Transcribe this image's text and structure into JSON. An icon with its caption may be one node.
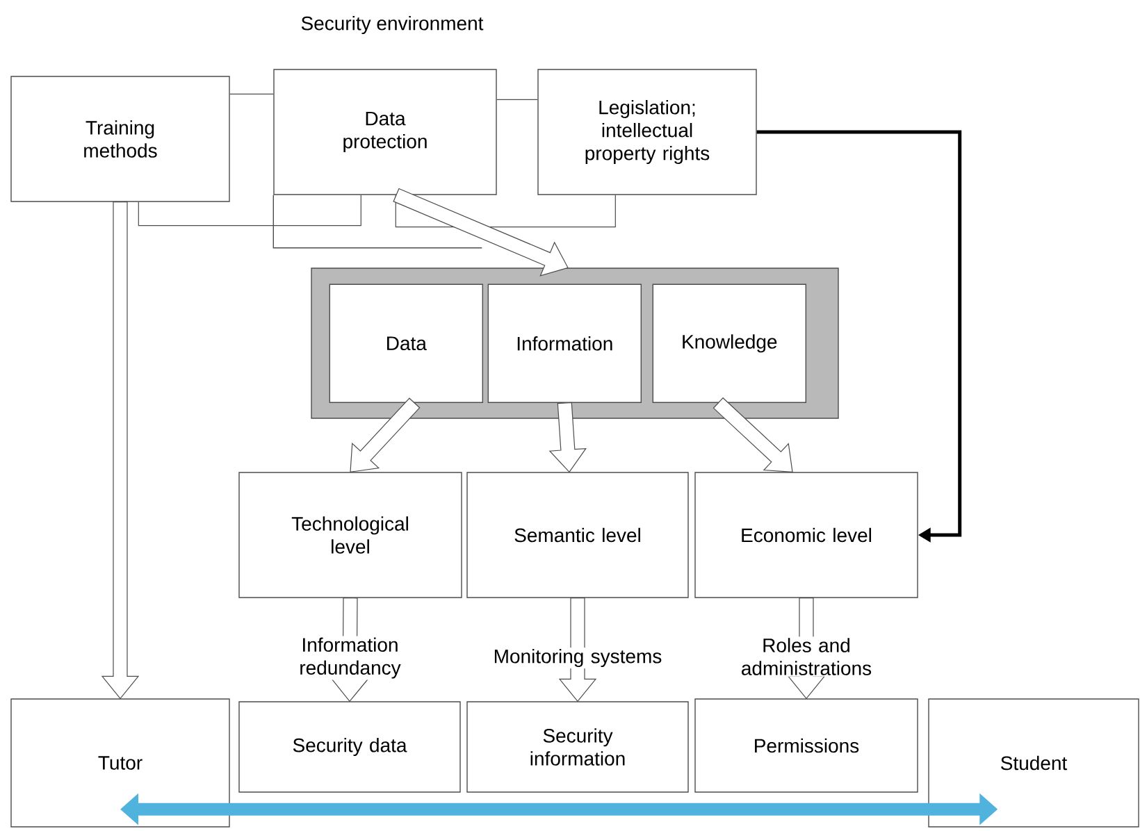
{
  "diagram": {
    "title": "Security environment",
    "nodes": [
      {
        "text": [
          "Training methods"
        ]
      },
      {
        "text": [
          "Data protection"
        ]
      },
      {
        "text": [
          "Legislation; intellectual property rights"
        ]
      },
      {
        "text": [],
        "shape": "box"
      },
      {
        "text": [
          "Data"
        ],
        "in": 3
      },
      {
        "text": [
          "Information"
        ],
        "in": 3
      },
      {
        "text": [
          "Knowledge"
        ],
        "in": 3
      },
      {
        "text": [
          "Technological level"
        ]
      },
      {
        "text": [
          "Semantic level"
        ]
      },
      {
        "text": [
          "Economic level"
        ]
      },
      {
        "text": [
          "Tutor"
        ]
      },
      {
        "text": [
          "Security data"
        ]
      },
      {
        "text": [
          "Security information"
        ]
      },
      {
        "text": [
          "Permissions"
        ]
      },
      {
        "text": [
          "Student"
        ]
      }
    ],
    "edges": [
      {
        "from": 0,
        "to": 1,
        "arrow": "none"
      },
      {
        "from": 1,
        "to": 2,
        "arrow": "none"
      },
      {
        "from": 0,
        "to": 1,
        "arrow": "none"
      },
      {
        "from": 1,
        "to": 2,
        "arrow": "none"
      },
      {
        "from": 1,
        "to": 3,
        "arrow": "to"
      },
      {
        "from": 2,
        "to": 9,
        "arrow": "to",
        "style": "thick"
      },
      {
        "from": 0,
        "to": 10,
        "arrow": "to"
      },
      {
        "from": 4,
        "to": 7,
        "arrow": "to"
      },
      {
        "from": 5,
        "to": 8,
        "arrow": "to"
      },
      {
        "from": 6,
        "to": 9,
        "arrow": "to"
      },
      {
        "from": 7,
        "to": 11,
        "arrow": "to",
        "label": "Information redundancy"
      },
      {
        "from": 8,
        "to": 12,
        "arrow": "to",
        "label": "Monitoring systems"
      },
      {
        "from": 9,
        "to": 13,
        "arrow": "to",
        "label": "Roles and administrations"
      },
      {
        "from": 10,
        "to": 14,
        "arrow": "both",
        "style": "thick",
        "color": "#4fb3dd"
      }
    ]
  }
}
